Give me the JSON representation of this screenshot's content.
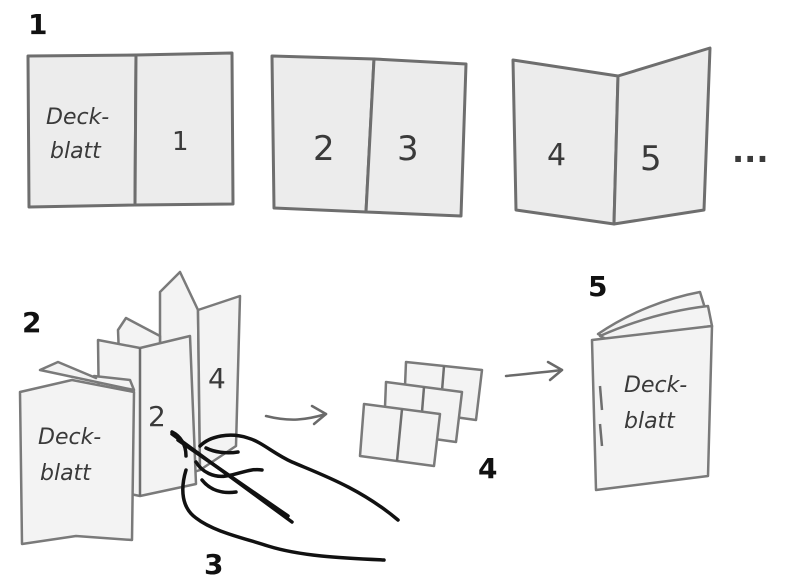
{
  "steps": {
    "s1": "1",
    "s2": "2",
    "s3": "3",
    "s4": "4",
    "s5": "5"
  },
  "row1": {
    "sheet_a": {
      "left_line1": "Deck-",
      "left_line2": "blatt",
      "right": "1"
    },
    "sheet_b": {
      "left": "2",
      "right": "3"
    },
    "sheet_c": {
      "left": "4",
      "right": "5"
    },
    "ellipsis": "..."
  },
  "row2": {
    "stack_cover_line1": "Deck-",
    "stack_cover_line2": "blatt",
    "stack_page2": "2",
    "stack_page4": "4",
    "book_cover_line1": "Deck-",
    "book_cover_line2": "blatt"
  },
  "icons": [
    "arrow-right-icon",
    "pen-hand-icon"
  ]
}
